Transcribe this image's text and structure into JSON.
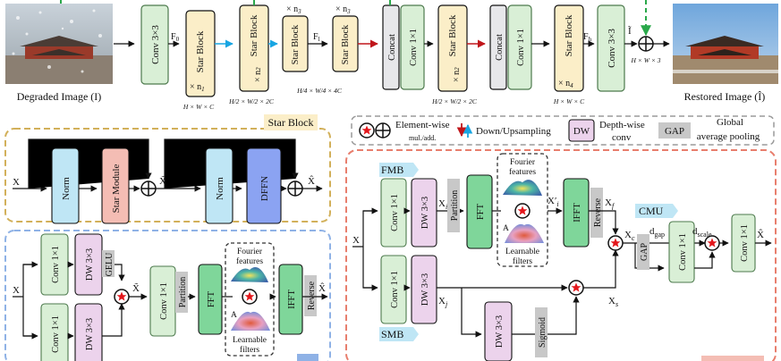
{
  "top": {
    "degraded_label": "Degraded Image (I)",
    "restored_label": "Restored Image (Î)",
    "conv_in": "Conv 3×3",
    "f0": "F",
    "f0_sub": "0",
    "star_block": "Star Block",
    "times_n1": "× n",
    "n1": "1",
    "times_n2": "× n",
    "n2": "2",
    "times_n3": "× n",
    "n3": "3",
    "times_n4": "× n",
    "n4": "4",
    "fl": "F",
    "fl_sub": "l",
    "fh": "F",
    "fh_sub": "h",
    "concat": "Concat",
    "conv1x1": "Conv 1×1",
    "conv_out": "Conv 3×3",
    "i_tilde": "Ĩ",
    "dim_hwc": "H × W × C",
    "dim_2c": "H/2 × W/2 × 2C",
    "dim_4c": "H/4 × W/4 × 4C",
    "dim_hw3": "H × W × 3"
  },
  "legend": {
    "elementwise": "Element-wise",
    "muladd": "mul./add.",
    "updown": "Down/Upsampling",
    "dw": "DW",
    "depthwise": "Depth-wise",
    "conv": "conv",
    "gap": "GAP",
    "global": "Global",
    "avgpool": "average pooling"
  },
  "star_block": {
    "title": "Star Block",
    "x_in": "X",
    "norm": "Norm",
    "star_module": "Star Module",
    "x_mid": "X̃",
    "dffn": "DFFN",
    "x_out": "X̂"
  },
  "dffn": {
    "x_in": "X",
    "conv1x1": "Conv 1×1",
    "dw": "DW 3×3",
    "gelu": "GELU",
    "x_tilde": "X̃",
    "partition": "Partition",
    "fft": "FFT",
    "fourier": "Fourier",
    "features": "features",
    "a": "A",
    "learnable": "Learnable",
    "filters": "filters",
    "ifft": "IFFT",
    "reverse": "Reverse",
    "x_out": "X̂"
  },
  "star_module": {
    "fmb": "FMB",
    "smb": "SMB",
    "cmu": "CMU",
    "x_in": "X",
    "conv1x1": "Conv 1×1",
    "dw": "DW 3×3",
    "xi": "X",
    "xi_sub": "i",
    "xj": "X",
    "xj_sub": "j",
    "partition": "Partition",
    "fft": "FFT",
    "fourier": "Fourier",
    "features": "features",
    "a": "A",
    "learnable": "Learnable",
    "filters": "filters",
    "xi_prime": "X′",
    "xi_prime_sub": "i",
    "ifft": "IFFT",
    "reverse": "Reverse",
    "xf": "X",
    "xf_sub": "f",
    "xc": "X",
    "xc_sub": "c",
    "xs": "X",
    "xs_sub": "s",
    "sigmoid": "Sigmoid",
    "gap": "GAP",
    "dgap": "d",
    "dgap_sub": "gap",
    "dscale": "d",
    "dscale_sub": "scale",
    "x_out": "X̂"
  },
  "colors": {
    "conv_green": "#d9efd6",
    "conv_stroke": "#4d7a4d",
    "star_yellow": "#fbeec8",
    "dw_pink": "#ecd3ec",
    "fft_green": "#7fd69a",
    "norm_blue": "#bfe6f5",
    "star_module_red": "#f4bdb4",
    "dffn_blue": "#8ba3f2",
    "concat_gray": "#e7e7ea",
    "gray_label": "#c8c8c8",
    "downsample_cyan": "#18a5e2",
    "upsample_red": "#c0161b",
    "dim_orange": "#c0561a",
    "panel_gold": "#d2b05a",
    "panel_blue": "#8fb2e6",
    "panel_red": "#e87e6d",
    "panel_gray": "#9a9a9a",
    "star_red": "#e3161b"
  }
}
